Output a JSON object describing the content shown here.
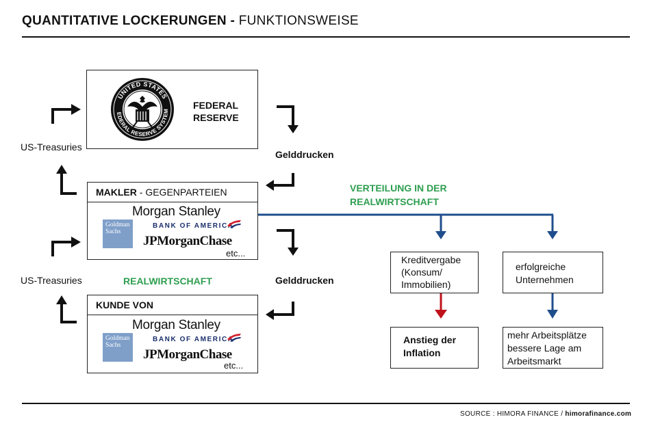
{
  "title": {
    "main": "QUANTITATIVE LOCKERUNGEN",
    "sep": " - ",
    "sub": "FUNKTIONSWEISE"
  },
  "fed": {
    "name_line1": "FEDERAL",
    "name_line2": "RESERVE",
    "seal_top": "UNITED STATES",
    "seal_bottom": "FEDERAL RESERVE SYSTEM"
  },
  "labels": {
    "us_treasuries_1": "US-Treasuries",
    "us_treasuries_2": "US-Treasuries",
    "gelddrucken_1": "Gelddrucken",
    "gelddrucken_2": "Gelddrucken",
    "realwirtschaft": "REALWIRTSCHAFT",
    "verteilung_line1": "VERTEILUNG IN DER",
    "verteilung_line2": "REALWIRTSCHAFT"
  },
  "makler": {
    "header_bold": "MAKLER",
    "header_rest": " - GEGENPARTEIEN",
    "logos": {
      "morgan_stanley": "Morgan Stanley",
      "bank_of_america": "BANK OF AMERICA",
      "jpmorgan": "JPMorganChase",
      "goldman_line1": "Goldman",
      "goldman_line2": "Sachs"
    },
    "etc": "etc..."
  },
  "kunde": {
    "header": "KUNDE VON",
    "logos": {
      "morgan_stanley": "Morgan Stanley",
      "bank_of_america": "BANK OF AMERICA",
      "jpmorgan": "JPMorganChase",
      "goldman_line1": "Goldman",
      "goldman_line2": "Sachs"
    },
    "etc": "etc..."
  },
  "outcomes": {
    "kredit_line1": "Kreditvergabe",
    "kredit_line2": "(Konsum/",
    "kredit_line3": "Immobilien)",
    "unternehmen_line1": "erfolgreiche",
    "unternehmen_line2": "Unternehmen",
    "inflation_line1": "Anstieg der",
    "inflation_line2": "Inflation",
    "arbeit_line1": "mehr Arbeitsplätze",
    "arbeit_line2": "bessere Lage am",
    "arbeit_line3": "Arbeitsmarkt"
  },
  "source": {
    "prefix": "SOURCE : HIMORA FINANCE / ",
    "site": "himorafinance.com"
  },
  "colors": {
    "green": "#2e9e4f",
    "blue_line": "#1f4e8c",
    "red_arrow": "#c0121a",
    "text": "#111111"
  },
  "icons": [
    "federal-reserve-seal-icon",
    "goldman-sachs-logo-icon",
    "bank-of-america-flag-icon",
    "arrow-icon"
  ]
}
